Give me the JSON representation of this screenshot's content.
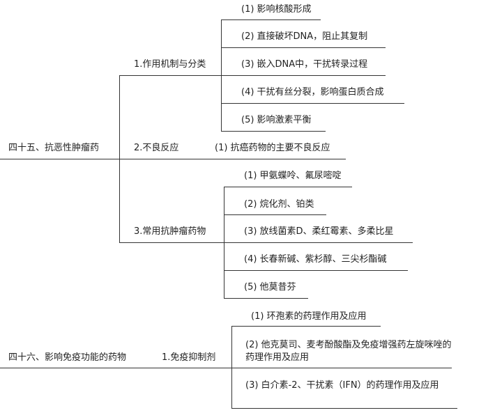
{
  "section45": {
    "title": "四十五、抗恶性肿瘤药",
    "branch1": {
      "label": "1.作用机制与分类",
      "items": [
        "(1) 影响核酸形成",
        "(2) 直接破坏DNA，阻止其复制",
        "(3) 嵌入DNA中，干扰转录过程",
        "(4) 干扰有丝分裂，影响蛋白质合成",
        "(5) 影响激素平衡"
      ]
    },
    "branch2": {
      "label": "2.不良反应",
      "items": [
        "(1) 抗癌药物的主要不良反应"
      ]
    },
    "branch3": {
      "label": "3.常用抗肿瘤药物",
      "items": [
        "(1) 甲氨蝶呤、氟尿嘧啶",
        "(2) 烷化剂、铂类",
        "(3) 放线菌素D、柔红霉素、多柔比星",
        "(4) 长春新碱、紫杉醇、三尖杉酯碱",
        "(5) 他莫昔芬"
      ]
    }
  },
  "section46": {
    "title": "四十六、影响免疫功能的药物",
    "branch1": {
      "label": "1.免疫抑制剂",
      "items": [
        "(1) 环孢素的药理作用及应用",
        "(2) 他克莫司、麦考酚酸酯及免疫增强药左旋咪唑的药理作用及应用",
        "(3) 白介素-2、干扰素（IFN）的药理作用及应用"
      ]
    }
  }
}
